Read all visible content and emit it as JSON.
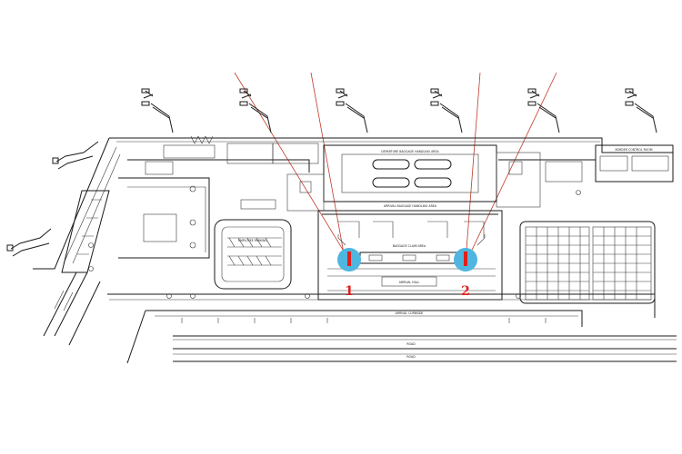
{
  "labels": {
    "departure_baggage": "DEPARTURE BAGGAGE HANDLING AREA",
    "arrival_baggage": "ARRIVAL BAGGAGE HANDLING AREA",
    "baggage_claim": "BAGGAGE CLAIM AREA",
    "arrival_hall": "ARRIVAL HALL",
    "arrival_curbside": "ARRIVAL CURBSIDE",
    "road_1": "ROAD",
    "road_2": "ROAD",
    "employee_parking": "EMPLOYEE PARKING",
    "border_control": "BORDER CONTROL ROOM"
  },
  "markers": [
    {
      "number": "1"
    },
    {
      "number": "2"
    }
  ],
  "colors": {
    "marker_fill": "#4fb6e0",
    "marker_red": "#e0201b",
    "line": "#1a1a1a"
  }
}
